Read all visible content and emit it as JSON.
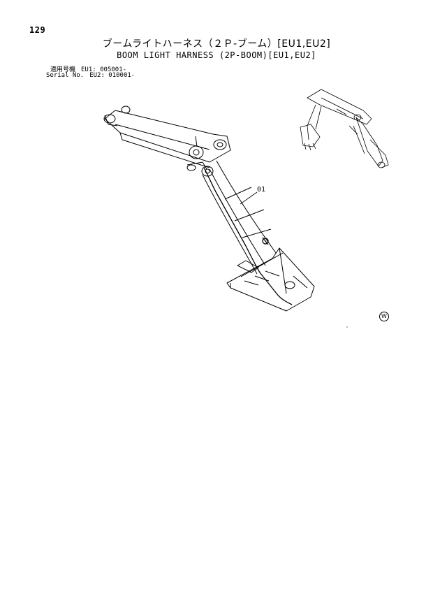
{
  "page": {
    "number": "129",
    "title_jp": "ブームライトハーネス（２Ｐ-ブーム）[EU1,EU2]",
    "title_en": "BOOM LIGHT HARNESS (2P-BOOM)[EU1,EU2]"
  },
  "serials": [
    {
      "label": "適用号機",
      "value": "EU1: 005001-"
    },
    {
      "label": "Serial No.",
      "value": "EU2: 010001-"
    }
  ],
  "drawing": {
    "callout": "01",
    "mark": "W"
  }
}
